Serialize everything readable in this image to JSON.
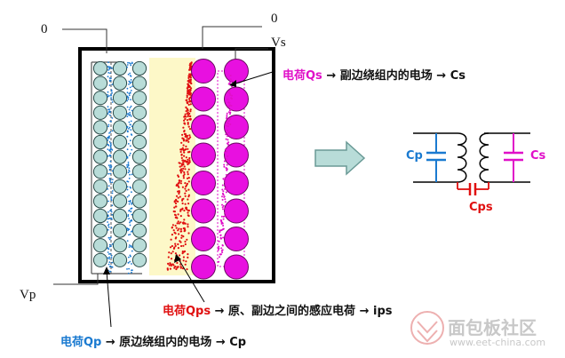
{
  "terminals": {
    "left_top": "0",
    "right_top": "0",
    "vs": "Vs",
    "vp": "Vp"
  },
  "annotations": {
    "qs": {
      "key": "电荷Qs",
      "rest": "→ 副边绕组内的电场 → Cs"
    },
    "qps": {
      "key": "电荷Qps",
      "rest": "→ 原、副边之间的感应电荷 → ips"
    },
    "qp": {
      "key": "电荷Qp",
      "rest": "→ 原边绕组内的电场 → Cp"
    }
  },
  "circuit": {
    "cp": "Cp",
    "cs": "Cs",
    "cps": "Cps"
  },
  "watermark": {
    "name": "面包板社区",
    "url": "www.eet-china.com"
  },
  "colors": {
    "primary_coil": "#b8dcd8",
    "secondary_coil": "#e810e0",
    "primary_charge": "#1a7ad0",
    "secondary_charge": "#e010c8",
    "mutual_charge": "#e01010",
    "gap_fill": "#fdf8c8",
    "arrow_fill": "#b8dcd8"
  }
}
